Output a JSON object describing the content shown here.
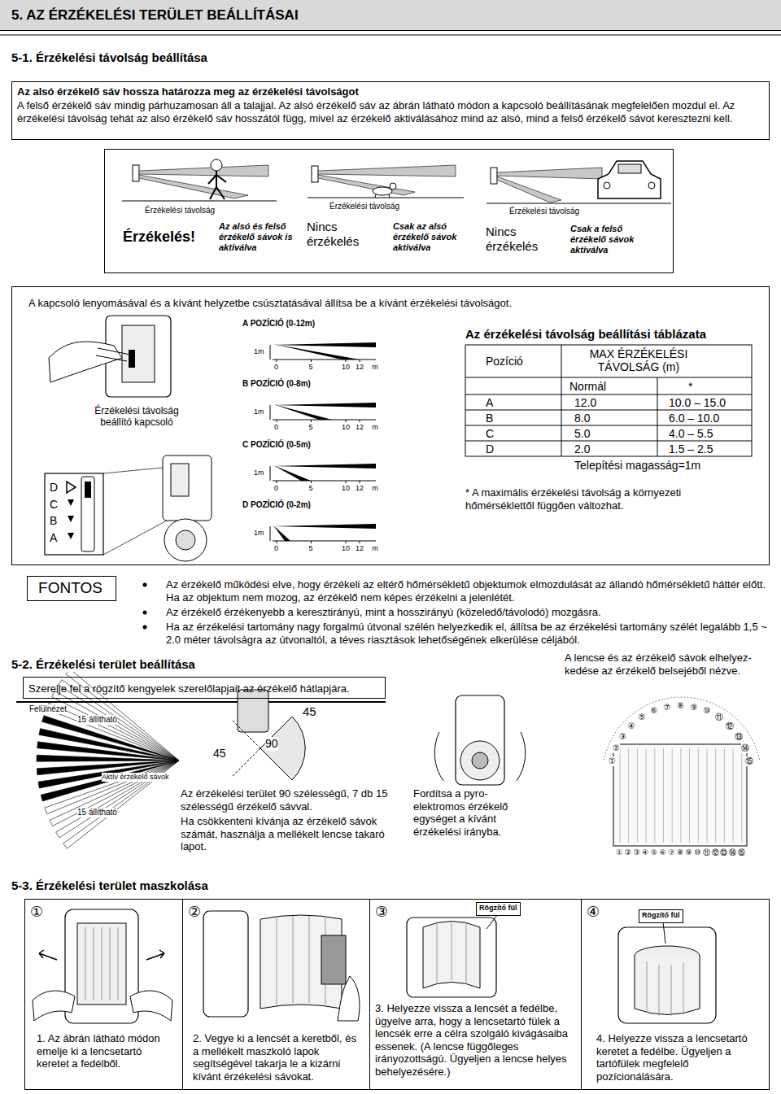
{
  "diagram": {
    "title": "5. AZ ÉRZÉKELÉSI TERÜLET BEÁLLÍTÁSAI",
    "nodes": [
      {
        "text": [
          "Az alsó érzékelő sáv hossza határozza meg az érzékelési távolságot",
          "A felső érzékelő sáv mindig párhuzamosan áll a talajjal. Az alsó érzékelő sáv az ábrán látható módon a kapcsoló beállításának megfelelően mozdul el. Az érzékelési távolság tehát az alsó érzékelő sáv hosszától függ, mivel az érzékelő aktiválásához mind az alsó, mind a felső érzékelő sávot keresztezni kell."
        ]
      },
      {
        "text": [
          "Érzékelési távolság",
          "Érzékelés!",
          "Az alsó és felső érzékelő sávok is aktiválva",
          "Érzékelési távolság",
          "Nincs érzékelés",
          "Csak az alsó érzékelő sávok aktiválva",
          "Érzékelési távolság",
          "Nincs érzékelés",
          "Csak a felső érzékelő sávok aktiválva"
        ]
      },
      {
        "text": [
          "A kapcsoló lenyomásával és a kívánt helyzetbe csúsztatásával állítsa be a kívánt érzékelési távolságot."
        ]
      },
      {
        "text": [
          "FONTOS"
        ]
      },
      {
        "text": [
          "Szerelje fel a rögzítő kengyelek szerelőlapjait az érzékelő hátlapjára."
        ]
      },
      {
        "text": [
          "①",
          "1. Az ábrán látható módon emelje ki a lencsetartó keretet a fedélből."
        ]
      },
      {
        "text": [
          "②",
          "2. Vegye ki a lencsét a keretből, és a mellékelt maszkoló lapok segítségével takarja le a kizárni kívánt érzékelési sávokat."
        ]
      },
      {
        "text": [
          "③",
          "3. Helyezze vissza a lencsét a fedélbe, ügyelve arra, hogy a lencsetartó fülek a lencsék erre a célra szolgáló kivágásaiba essenek. (A lencse függőleges irányozottságú. Ügyeljen a lencse helyes behelyezésére.)"
        ]
      },
      {
        "text": [
          "④",
          "4. Helyezze vissza a lencsetartó keretet a fedélbe. Ügyeljen a tartófülek megfelelő pozícionálására."
        ]
      },
      {
        "text": [
          "Rögzítő fül"
        ],
        "in": 7
      },
      {
        "text": [
          "Rögzítő fül"
        ],
        "in": 8
      }
    ],
    "labels": [
      "5-1. Érzékelési távolság beállítása",
      "A POZÍCIÓ (0-12m)",
      "1m",
      "0",
      "5",
      "10",
      "12",
      "m",
      "B POZÍCIÓ (0-8m)",
      "1m",
      "0",
      "5",
      "10",
      "12",
      "m",
      "C POZÍCIÓ (0-5m)",
      "1m",
      "0",
      "5",
      "10",
      "12",
      "m",
      "D POZÍCIÓ (0-2m)",
      "1m",
      "0",
      "5",
      "10",
      "12",
      "m",
      "Érzékelési távolság beállító kapcsoló",
      "D",
      "C",
      "B",
      "A",
      "Az érzékelési távolság beállítási táblázata",
      "Pozíció",
      "MAX ÉRZÉKELÉSI TÁVOLSÁG (m)",
      "Normál",
      "*",
      "A",
      "12.0",
      "10.0 – 15.0",
      "B",
      "8.0",
      "6.0 – 10.0",
      "C",
      "5.0",
      "4.0 – 5.5",
      "D",
      "2.0",
      "1.5 – 2.5",
      "Telepítési magasság=1m",
      "* A maximális érzékelési távolság a környezeti hőmérséklettől függően változhat.",
      "Az érzékelő működési elve, hogy érzékeli az eltérő hőmérsékletű objektumok elmozdulását az állandó hőmérsékletű háttér előtt. Ha az objektum nem mozog, az érzékelő nem képes érzékelni a jelenlétét.",
      "Az érzékelő érzékenyebb a keresztirányú, mint a hosszirányú (közeledő/távolodó) mozgásra.",
      "Ha az érzékelési tartomány nagy forgalmú útvonal szélén helyezkedik el, állítsa be az érzékelési tartomány szélét legalább 1,5 ~ 2.0 méter távolságra az útvonaltól, a téves riasztások lehetőségének elkerülése céljából.",
      "5-2. Érzékelési terület beállítása",
      "A lencse és az érzékelő sávok elhelyez-kedése az érzékelő belsejéből nézve.",
      "Felülnézet",
      "15 állítható",
      "Aktív érzékelő sávok",
      "15 állítható",
      "45",
      "90",
      "45",
      "Az érzékelési terület 90 szélességű, 7 db 15 szélességű érzékelő sávval.",
      "Ha csökkenteni kívánja az érzékelő sávok számát, használja a mellékelt lencse takaró lapot.",
      "Fordítsa a pyro-elektromos érzékelő egységet a kívánt érzékelési irányba.",
      "①",
      "②",
      "③",
      "④",
      "⑤",
      "⑥",
      "⑦",
      "⑧",
      "⑨",
      "⑩",
      "⑪",
      "⑫",
      "⑬",
      "⑭",
      "⑮",
      "①",
      "②",
      "③",
      "④",
      "⑤",
      "⑥",
      "⑦",
      "⑧",
      "⑨",
      "⑩",
      "⑪",
      "⑫",
      "⑬",
      "⑭",
      "⑮",
      "5-3. Érzékelési terület maszkolása"
    ]
  }
}
